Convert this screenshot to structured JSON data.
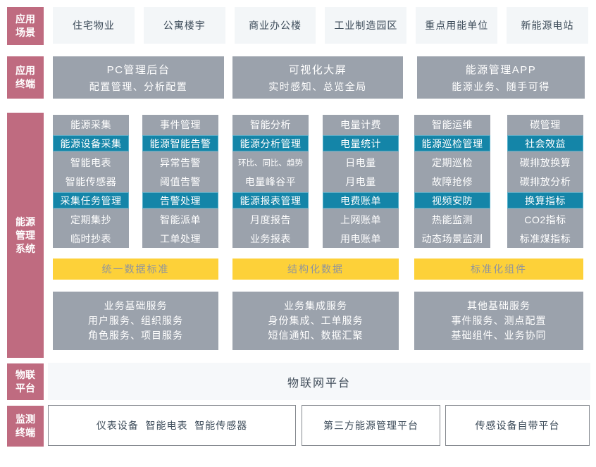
{
  "colors": {
    "side_label_pink": "#bf6b80",
    "module_gray": "#9ba2ac",
    "highlight_teal": "#1485a8",
    "standard_yellow": "#fdd139",
    "light_cell": "#f3f6f8",
    "dark_text": "#3d4c5a"
  },
  "labels": {
    "scenarios": "应用\n场景",
    "terminals": "应用\n终端",
    "ems": "能源\n管理\n系统",
    "iot": "物联\n平台",
    "monitor": "监测\n终端"
  },
  "scenarios": {
    "items": [
      "住宅物业",
      "公寓楼宇",
      "商业办公楼",
      "工业制造园区",
      "重点用能单位",
      "新能源电站"
    ]
  },
  "terminals": {
    "items": [
      {
        "title": "PC管理后台",
        "subtitle": "配置管理、分析配置"
      },
      {
        "title": "可视化大屏",
        "subtitle": "实时感知、总览全局"
      },
      {
        "title": "能源管理APP",
        "subtitle": "能源业务、随手可得"
      }
    ]
  },
  "ems": {
    "groups": [
      {
        "columns": [
          {
            "items": [
              {
                "text": "能源采集",
                "hl": false
              },
              {
                "text": "能源设备采集",
                "hl": true
              },
              {
                "text": "智能电表",
                "hl": false
              },
              {
                "text": "智能传感器",
                "hl": false
              },
              {
                "text": "采集任务管理",
                "hl": true
              },
              {
                "text": "定期集抄",
                "hl": false
              },
              {
                "text": "临时抄表",
                "hl": false
              }
            ]
          },
          {
            "items": [
              {
                "text": "事件管理",
                "hl": false
              },
              {
                "text": "能源智能告警",
                "hl": true
              },
              {
                "text": "异常告警",
                "hl": false
              },
              {
                "text": "阈值告警",
                "hl": false
              },
              {
                "text": "告警处理",
                "hl": true
              },
              {
                "text": "智能派单",
                "hl": false
              },
              {
                "text": "工单处理",
                "hl": false
              }
            ]
          }
        ],
        "bar": "统一数据标准",
        "service": [
          "业务基础服务",
          "用户服务、组织服务",
          "角色服务、项目服务"
        ]
      },
      {
        "columns": [
          {
            "items": [
              {
                "text": "智能分析",
                "hl": false
              },
              {
                "text": "能源分析管理",
                "hl": true
              },
              {
                "text": "环比、同比、趋势",
                "hl": false,
                "small": true
              },
              {
                "text": "电量峰谷平",
                "hl": false
              },
              {
                "text": "能源报表管理",
                "hl": true
              },
              {
                "text": "月度报告",
                "hl": false
              },
              {
                "text": "业务报表",
                "hl": false
              }
            ]
          },
          {
            "items": [
              {
                "text": "电量计费",
                "hl": false
              },
              {
                "text": "电量统计",
                "hl": true
              },
              {
                "text": "日电量",
                "hl": false
              },
              {
                "text": "月电量",
                "hl": false
              },
              {
                "text": "电费账单",
                "hl": true
              },
              {
                "text": "上网账单",
                "hl": false
              },
              {
                "text": "用电账单",
                "hl": false
              }
            ]
          }
        ],
        "bar": "结构化数据",
        "service": [
          "业务集成服务",
          "身份集成、工单服务",
          "短信通知、数据汇聚"
        ]
      },
      {
        "columns": [
          {
            "items": [
              {
                "text": "智能运维",
                "hl": false
              },
              {
                "text": "能源巡检管理",
                "hl": true
              },
              {
                "text": "定期巡检",
                "hl": false
              },
              {
                "text": "故障抢修",
                "hl": false
              },
              {
                "text": "视频安防",
                "hl": true
              },
              {
                "text": "热能监测",
                "hl": false
              },
              {
                "text": "动态场景监测",
                "hl": false
              }
            ]
          },
          {
            "items": [
              {
                "text": "碳管理",
                "hl": false
              },
              {
                "text": "社会效益",
                "hl": true
              },
              {
                "text": "碳排放换算",
                "hl": false
              },
              {
                "text": "碳排放分析",
                "hl": false
              },
              {
                "text": "换算指标",
                "hl": true
              },
              {
                "text": "CO2指标",
                "hl": false
              },
              {
                "text": "标准煤指标",
                "hl": false
              }
            ]
          }
        ],
        "bar": "标准化组件",
        "service": [
          "其他基础服务",
          "事件服务、测点配置",
          "基础组件、业务协同"
        ]
      }
    ]
  },
  "iot": {
    "platform": "物联网平台"
  },
  "monitor": {
    "items": [
      "仪表设备  智能电表  智能传感器",
      "第三方能源管理平台",
      "传感设备自带平台"
    ]
  }
}
